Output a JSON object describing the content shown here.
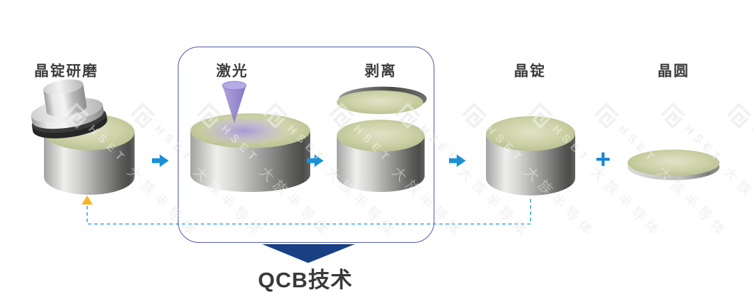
{
  "stages": [
    {
      "id": "ingot-grinding",
      "label": "晶锭研磨"
    },
    {
      "id": "laser",
      "label": "激光"
    },
    {
      "id": "peeling",
      "label": "剥离"
    },
    {
      "id": "ingot",
      "label": "晶锭"
    },
    {
      "id": "wafer",
      "label": "晶圆"
    }
  ],
  "process_box": {
    "title": "QCB技术"
  },
  "connectors": {
    "plus": "+"
  },
  "watermark": {
    "logo": "hset-logo",
    "text_en": "HSET",
    "text_cn": "大族半导体"
  },
  "colors": {
    "arrow_blue": "#1b90d6",
    "box_border": "#5056a7",
    "qcb_triangle": "#1a4084",
    "dashed_line": "#38a8e0",
    "feedback_arrow_yellow": "#f6b324",
    "ingot_top_green": "#c6cc9e",
    "laser_purple": "#9184ca",
    "label_text": "#3d3d3d"
  }
}
